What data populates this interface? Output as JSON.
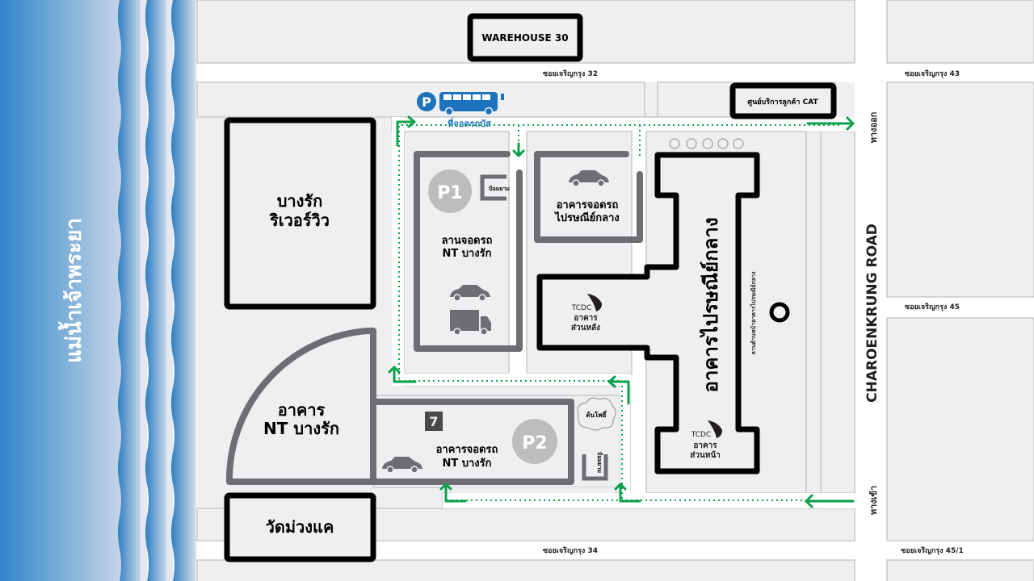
{
  "river": {
    "label": "แม่น้ำเจ้าพระยา"
  },
  "roads": {
    "soi_32": "ซอยเจริญกรุง 32",
    "soi_43": "ซอยเจริญกรุง 43",
    "soi_45": "ซอยเจริญกรุง 45",
    "soi_34": "ซอยเจริญกรุง 34",
    "soi_45_1": "ซอยเจริญกรุง 45/1",
    "main_road": "CHAROENKRUNG ROAD",
    "exit": "ทางออก",
    "entrance": "ทางเข้า"
  },
  "buildings": {
    "warehouse": "WAREHOUSE 30",
    "cat_center": "ศูนย์บริการลูกค้า CAT",
    "bangrak_riverview": [
      "บางรัก",
      "ริเวอร์วิว"
    ],
    "nt_building": [
      "อาคาร",
      "NT บางรัก"
    ],
    "wat": "วัดม่วงแค",
    "post_office": "อาคารไปรษณีย์กลาง",
    "post_office_front": "ลานด้านหน้าอาคารไปรษณีย์กลาง",
    "tcdc_rear": {
      "brand": "TCDC",
      "label": [
        "อาคาร",
        "ส่วนหลัง"
      ]
    },
    "tcdc_front": {
      "brand": "TCDC",
      "label": [
        "อาคาร",
        "ส่วนหน้า"
      ]
    }
  },
  "parking": {
    "bus": {
      "label": "ที่จอดรถบัส",
      "icon": "P"
    },
    "p1": {
      "badge": "P1",
      "label": [
        "ลานจอดรถ",
        "NT บางรัก"
      ],
      "guard": "ป้อมยาม"
    },
    "post_parking": {
      "label": [
        "อาคารจอดรถ",
        "ไปรษณีย์กลาง"
      ]
    },
    "p2": {
      "badge": "P2",
      "label": [
        "อาคารจอดรถ",
        "NT บางรัก"
      ],
      "guard": "ป้อมยาม",
      "tree": "ต้นโพธิ์"
    }
  },
  "colors": {
    "river_dark": "#2f86c8",
    "river_light": "#c7d5e8",
    "block": "#eeeff1",
    "block_border": "#c8c9cb",
    "building_black": "#000000",
    "parking_gray": "#6d6e71",
    "badge_gray": "#bcbdbf",
    "route_green": "#0aa14a",
    "bus_blue": "#1d73be"
  }
}
